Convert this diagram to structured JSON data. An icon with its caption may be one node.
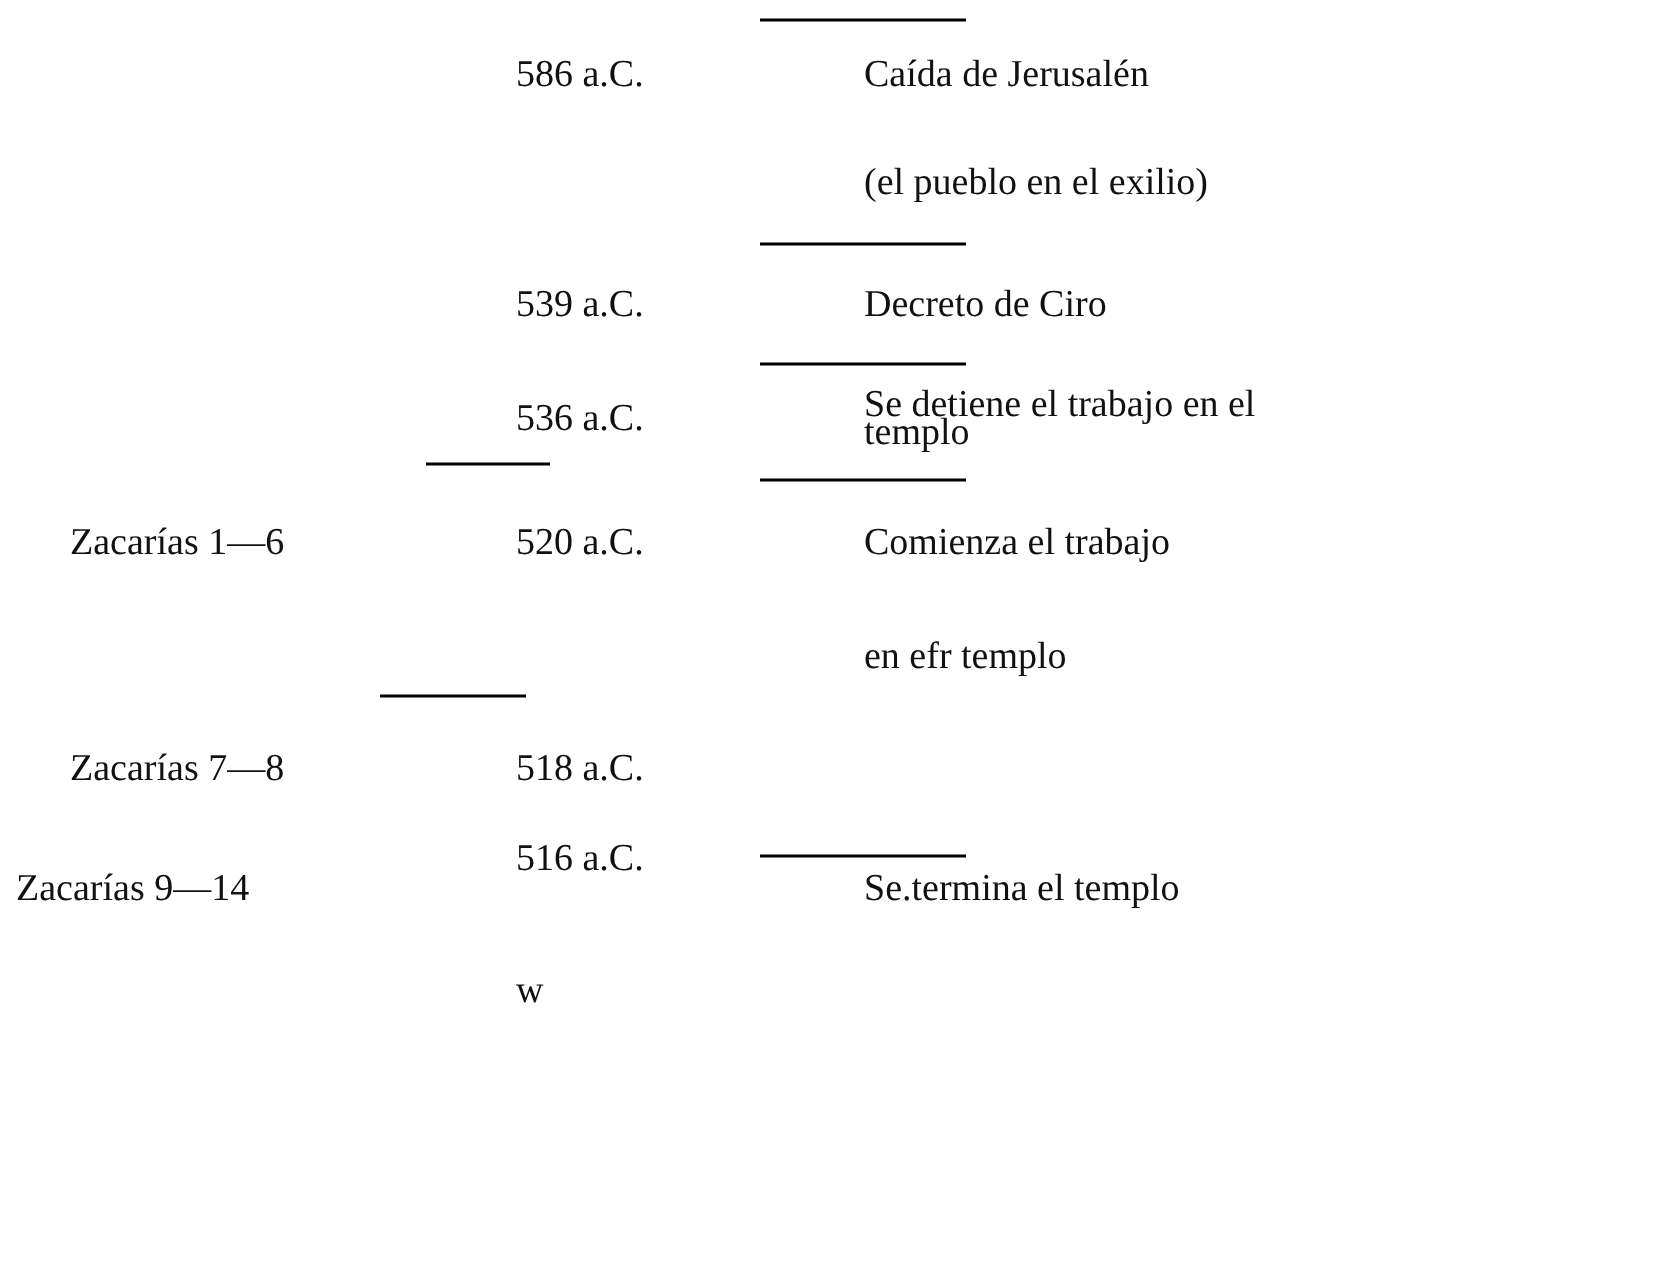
{
  "diagram": {
    "labels": [
      "586 a.C.",
      "Caída de Jerusalén",
      "(el pueblo en el exilio)",
      "539 a.C.",
      "Decreto de Ciro",
      "536 a.C.",
      "Se detiene el trabajo en el templo",
      "Zacarías 1—6",
      "520 a.C.",
      "Comienza el trabajo",
      "en efr templo",
      "Zacarías 7—8",
      "518 a.C.",
      "Zacarías 9—14",
      "516 a.C.",
      "Se.termina el templo",
      "w"
    ]
  }
}
